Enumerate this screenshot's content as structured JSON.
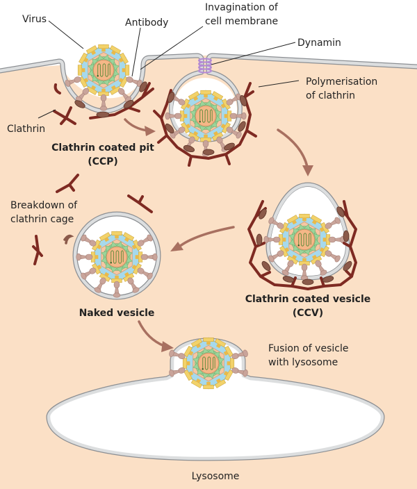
{
  "diagram": {
    "type": "process",
    "subject": "Clathrin-mediated endocytosis of an antibody-bound virus",
    "colors": {
      "cytoplasm": "#fbe0c6",
      "extracellular": "#ffffff",
      "membrane": "#cfd2d4",
      "clathrin": "#7e2a22",
      "arrow": "#a87060",
      "dynamin": "#b58ad6",
      "capsid_yellow": "#f2d26a",
      "capsid_blue": "#a6d9ec",
      "capsid_green": "#9bd49a",
      "core": "#f8c9a0",
      "antibody": "#c9a49a"
    },
    "labels": {
      "virus": "Virus",
      "antibody": "Antibody",
      "invagination_line1": "Invagination of",
      "invagination_line2": "cell membrane",
      "dynamin": "Dynamin",
      "polymerisation_line1": "Polymerisation",
      "polymerisation_line2": "of clathrin",
      "clathrin": "Clathrin",
      "ccp_line1": "Clathrin coated pit",
      "ccp_line2": "(CCP)",
      "breakdown_line1": "Breakdown of",
      "breakdown_line2": "clathrin cage",
      "ccv_line1": "Clathrin coated vesicle",
      "ccv_line2": "(CCV)",
      "naked_vesicle": "Naked vesicle",
      "fusion_line1": "Fusion of vesicle",
      "fusion_line2": "with lysosome",
      "lysosome": "Lysosome"
    },
    "stages": [
      {
        "id": "ccp",
        "name": "Clathrin coated pit (CCP)"
      },
      {
        "id": "pinching",
        "name": "Dynamin pinching / Polymerisation of clathrin"
      },
      {
        "id": "ccv",
        "name": "Clathrin coated vesicle (CCV)"
      },
      {
        "id": "naked",
        "name": "Naked vesicle"
      },
      {
        "id": "fusion",
        "name": "Fusion of vesicle with lysosome"
      }
    ],
    "flow": [
      {
        "from": "ccp",
        "to": "pinching"
      },
      {
        "from": "pinching",
        "to": "ccv"
      },
      {
        "from": "ccv",
        "to": "naked"
      },
      {
        "from": "naked",
        "to": "fusion"
      }
    ]
  }
}
